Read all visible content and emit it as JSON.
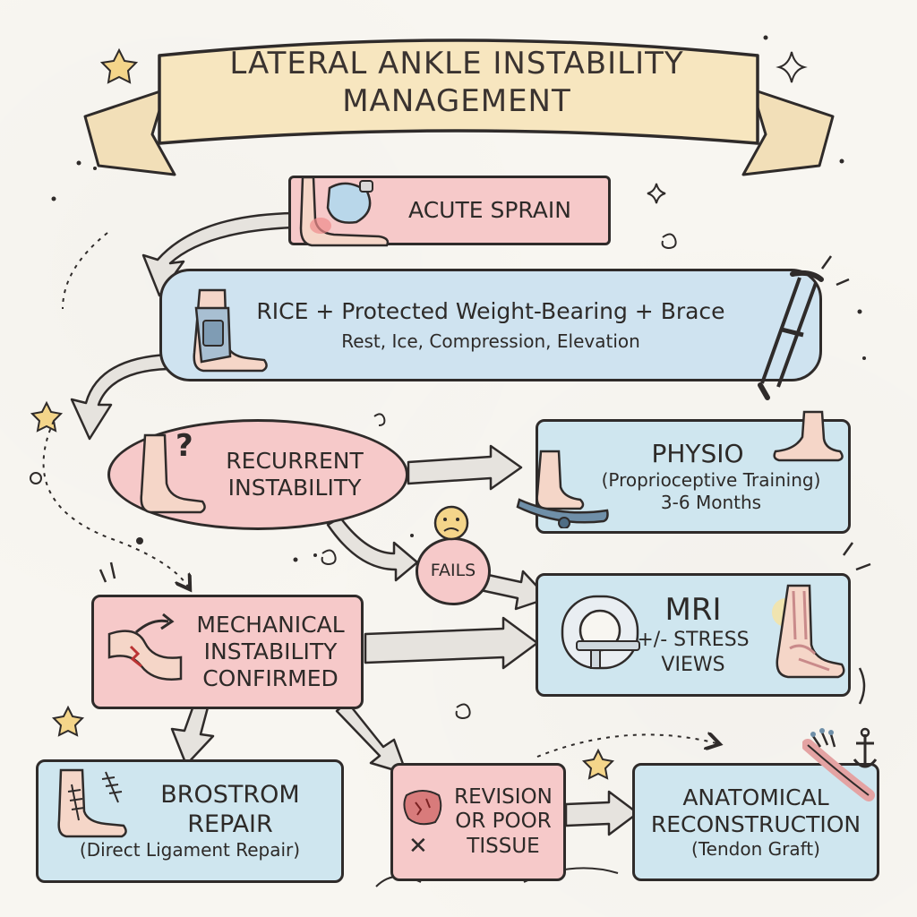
{
  "title": {
    "line1": "LATERAL ANKLE INSTABILITY",
    "line2": "MANAGEMENT"
  },
  "nodes": {
    "acute": {
      "label": "ACUTE SPRAIN"
    },
    "rice": {
      "label": "RICE + Protected Weight-Bearing + Brace",
      "sublabel": "Rest, Ice, Compression, Elevation"
    },
    "recurrent": {
      "line1": "RECURRENT",
      "line2": "INSTABILITY"
    },
    "physio": {
      "label": "PHYSIO",
      "line1": "(Proprioceptive Training)",
      "line2": "3-6 Months"
    },
    "fails": {
      "label": "FAILS"
    },
    "mechanical": {
      "line1": "MECHANICAL",
      "line2": "INSTABILITY",
      "line3": "CONFIRMED"
    },
    "mri": {
      "label": "MRI",
      "line1": "+/- STRESS",
      "line2": "VIEWS"
    },
    "brostrom": {
      "line1": "BROSTROM",
      "line2": "REPAIR",
      "line3": "(Direct Ligament Repair)"
    },
    "revision": {
      "line1": "REVISION",
      "line2": "OR POOR",
      "line3": "TISSUE"
    },
    "anatomical": {
      "line1": "ANATOMICAL",
      "line2": "RECONSTRUCTION",
      "line3": "(Tendon Graft)"
    }
  },
  "icons": {
    "question_mark": "?",
    "cross_mark": "✕"
  },
  "colors": {
    "pink": "#f6c9c9",
    "blue": "#cfe6ef",
    "banner": "#f7e6bf",
    "outline": "#2f2b2a"
  }
}
